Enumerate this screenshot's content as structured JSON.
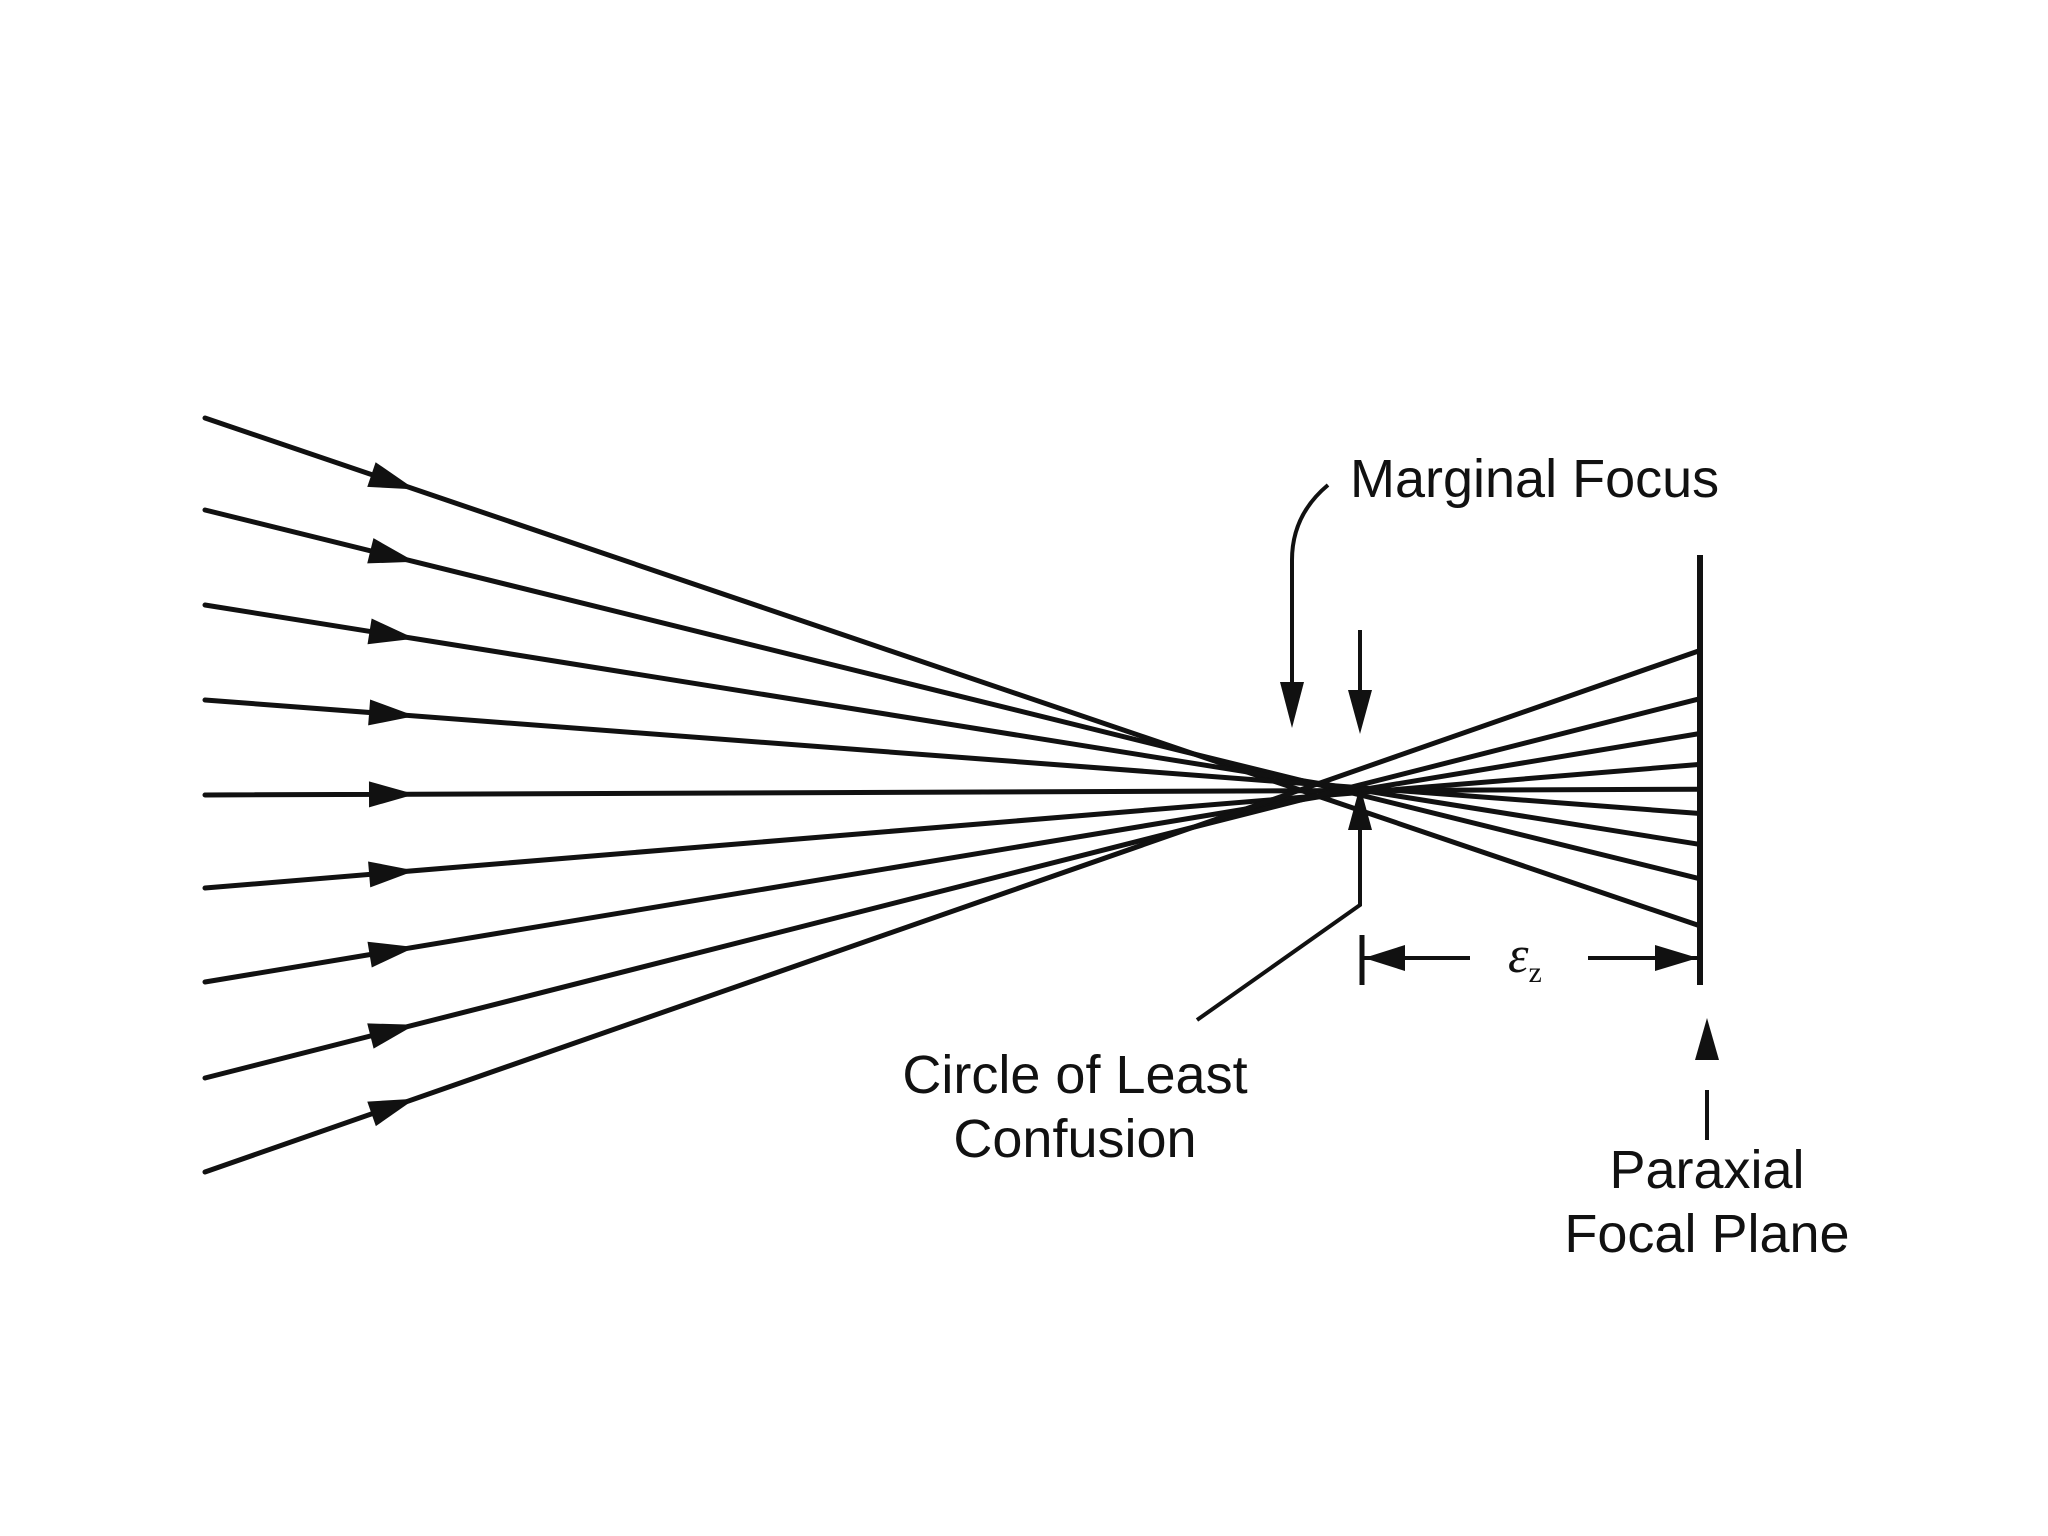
{
  "labels": {
    "marginal_focus": "Marginal Focus",
    "circle_line1": "Circle of Least",
    "circle_line2": "Confusion",
    "epsilon_symbol": "ε",
    "epsilon_subscript": "z",
    "paraxial_line1": "Paraxial",
    "paraxial_line2": "Focal Plane"
  },
  "ray_count": 9
}
